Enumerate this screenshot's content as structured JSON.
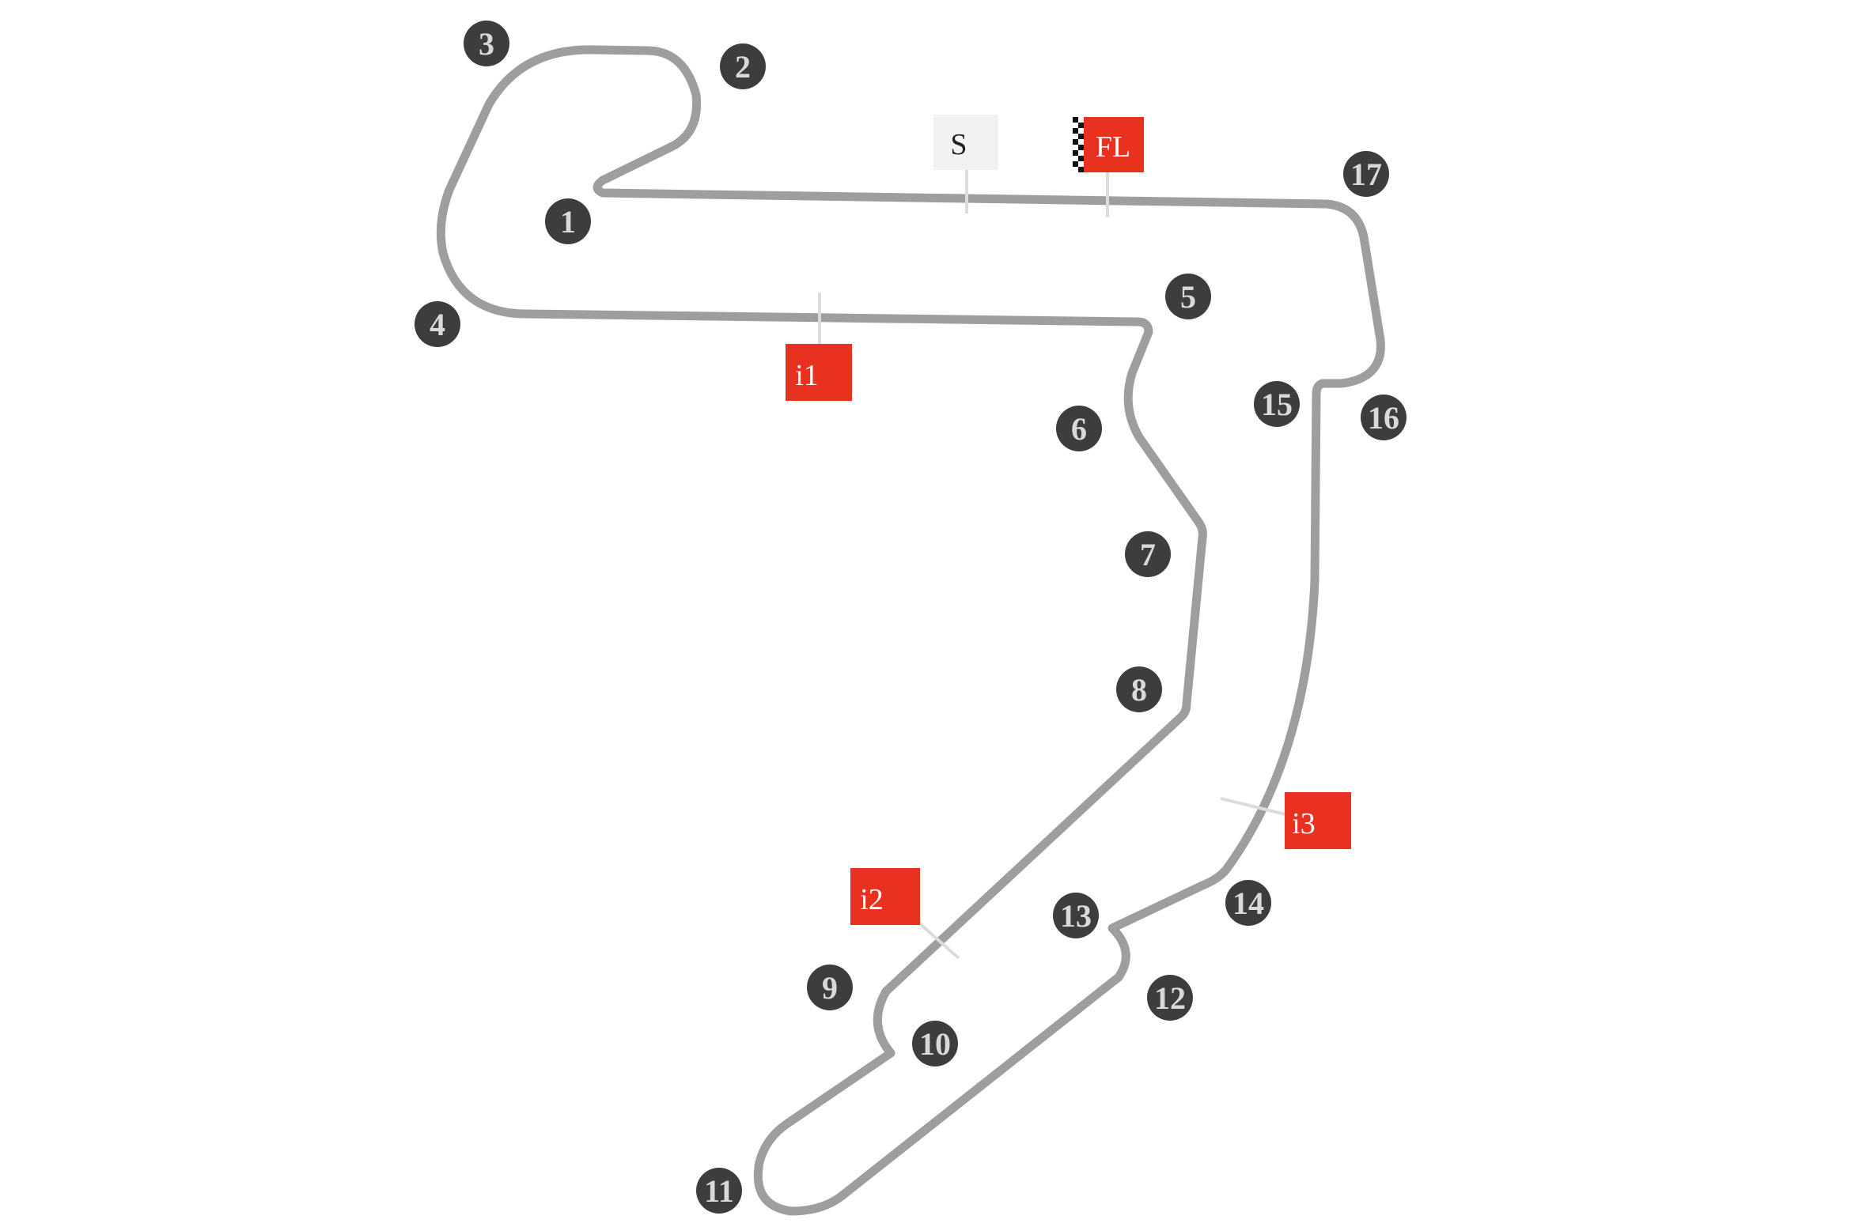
{
  "colors": {
    "track": "#9e9e9e",
    "turn_marker": "#3d3d3d",
    "turn_text": "#d9d9d9",
    "intermediate_flag": "#e8321f",
    "start_flag": "#f2f2f2",
    "flag_pole": "#dcdcdc"
  },
  "markers": {
    "start": "S",
    "finish": "FL",
    "intermediate_1": "i1",
    "intermediate_2": "i2",
    "intermediate_3": "i3"
  },
  "turns": [
    "1",
    "2",
    "3",
    "4",
    "5",
    "6",
    "7",
    "8",
    "9",
    "10",
    "11",
    "12",
    "13",
    "14",
    "15",
    "16",
    "17"
  ]
}
